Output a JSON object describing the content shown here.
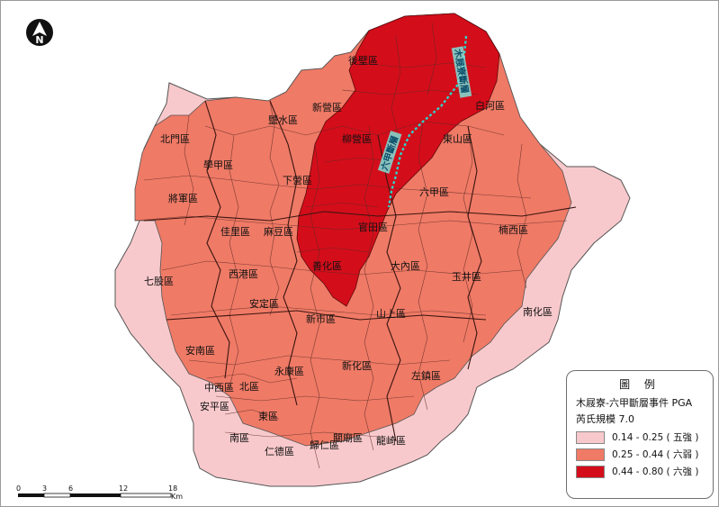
{
  "legend": {
    "title": "圖 例",
    "subtitle": "木屐寮-六甲斷層事件 PGA",
    "scale": "芮氏規模 7.0",
    "items": [
      {
        "label": "0.14 - 0.25 ( 五強 )",
        "color": "#f8c9cc"
      },
      {
        "label": "0.25 - 0.44 ( 六弱 )",
        "color": "#ef7a66"
      },
      {
        "label": "0.44 - 0.80 ( 六強 )",
        "color": "#d40d1a"
      }
    ]
  },
  "fault_labels": [
    "木屐寮斷層",
    "六甲斷層"
  ],
  "districts": [
    {
      "name": "後壁區"
    },
    {
      "name": "白河區"
    },
    {
      "name": "鹽水區"
    },
    {
      "name": "新營區"
    },
    {
      "name": "北門區"
    },
    {
      "name": "柳營區"
    },
    {
      "name": "東山區"
    },
    {
      "name": "學甲區"
    },
    {
      "name": "下營區"
    },
    {
      "name": "六甲區"
    },
    {
      "name": "將軍區"
    },
    {
      "name": "官田區"
    },
    {
      "name": "楠西區"
    },
    {
      "name": "佳里區"
    },
    {
      "name": "麻豆區"
    },
    {
      "name": "七股區"
    },
    {
      "name": "善化區"
    },
    {
      "name": "大內區"
    },
    {
      "name": "玉井區"
    },
    {
      "name": "西港區"
    },
    {
      "name": "安定區"
    },
    {
      "name": "新市區"
    },
    {
      "name": "山上區"
    },
    {
      "name": "南化區"
    },
    {
      "name": "安南區"
    },
    {
      "name": "永康區"
    },
    {
      "name": "新化區"
    },
    {
      "name": "左鎮區"
    },
    {
      "name": "中西區"
    },
    {
      "name": "北區"
    },
    {
      "name": "安平區"
    },
    {
      "name": "東區"
    },
    {
      "name": "南區"
    },
    {
      "name": "仁德區"
    },
    {
      "name": "歸仁區"
    },
    {
      "name": "關廟區"
    },
    {
      "name": "龍崎區"
    }
  ],
  "scalebar": {
    "ticks": [
      "0",
      "3",
      "6",
      "12",
      "18"
    ],
    "unit": "Km"
  },
  "north_symbol": "N"
}
